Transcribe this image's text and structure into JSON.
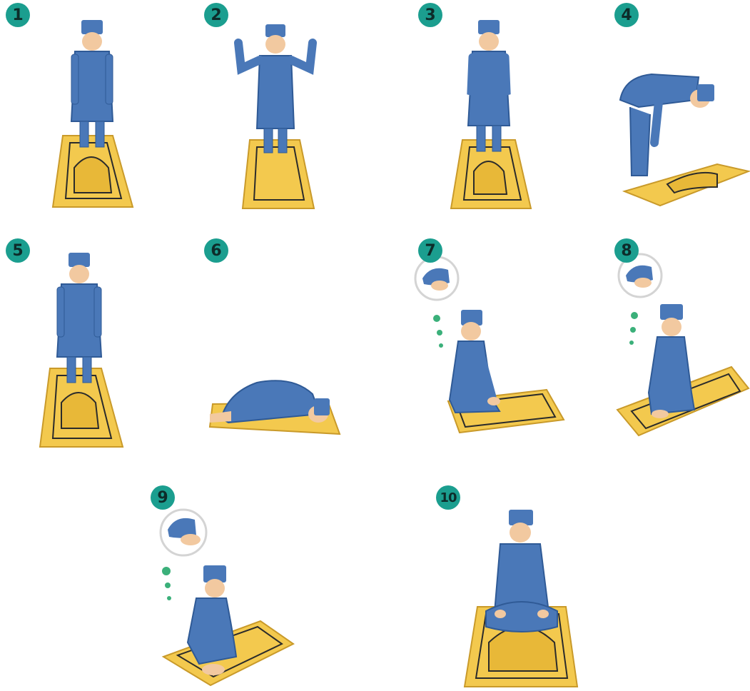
{
  "steps": [
    {
      "number": "1",
      "pose": "standing"
    },
    {
      "number": "2",
      "pose": "takbir"
    },
    {
      "number": "3",
      "pose": "qiyam"
    },
    {
      "number": "4",
      "pose": "ruku"
    },
    {
      "number": "5",
      "pose": "itidal"
    },
    {
      "number": "6",
      "pose": "sujud"
    },
    {
      "number": "7",
      "pose": "sitting-between-sujud"
    },
    {
      "number": "8",
      "pose": "first-tashahhud"
    },
    {
      "number": "9",
      "pose": "final-tashahhud"
    },
    {
      "number": "10",
      "pose": "salam"
    }
  ],
  "colors": {
    "badge": "#1b9e8f",
    "badge_text": "#0d2c2a",
    "garment": "#4a78b8",
    "garment_dark": "#2f5a96",
    "skin": "#f2c9a0",
    "mat": "#f3c94e",
    "mat_border": "#2b2b2b",
    "inset_dot": "#3bb07a"
  }
}
